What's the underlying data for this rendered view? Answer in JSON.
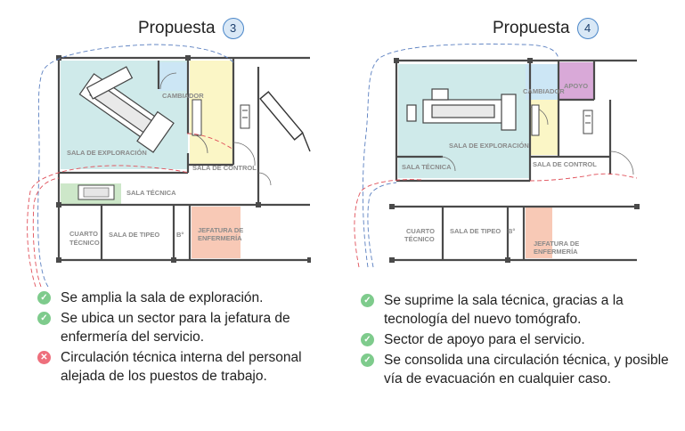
{
  "colors": {
    "exploration": "#cfeaea",
    "changing_room": "#cce6f5",
    "control": "#fbf6c6",
    "technical": "#cde7c9",
    "nursing": "#f8c9b6",
    "support": "#d9a9d8",
    "ok_icon": "#7ecb8c",
    "no_icon": "#ee6f7c",
    "badge_border": "#4a86c8"
  },
  "left": {
    "title": "Propuesta",
    "number": "3",
    "labels": {
      "cambiador": "CAMBIADOR",
      "sala_exploracion": "SALA DE EXPLORACIÓN",
      "sala_control": "SALA DE CONTROL",
      "sala_tecnica": "SALA TÉCNICA",
      "cuarto_tecnico_1": "CUARTO",
      "cuarto_tecnico_2": "TÉCNICO",
      "sala_tipeo": "SALA DE TIPEO",
      "bano": "B°",
      "jefatura_1": "JEFATURA DE",
      "jefatura_2": "ENFERMERÍA"
    },
    "bullets": [
      {
        "type": "ok",
        "text": "Se amplia la sala de exploración."
      },
      {
        "type": "ok",
        "text": "Se ubica un sector para la jefatura de enfermería del servicio."
      },
      {
        "type": "no",
        "text": "Circulación técnica interna del personal alejada de los puestos de trabajo."
      }
    ]
  },
  "right": {
    "title": "Propuesta",
    "number": "4",
    "labels": {
      "cambiador": "CAMBIADOR",
      "apoyo": "APOYO",
      "sala_exploracion": "SALA DE EXPLORACIÓN",
      "sala_control": "SALA DE CONTROL",
      "sala_tecnica": "SALA TÉCNICA",
      "cuarto_tecnico_1": "CUARTO",
      "cuarto_tecnico_2": "TÉCNICO",
      "sala_tipeo": "SALA DE TIPEO",
      "bano": "B°",
      "jefatura_1": "JEFATURA DE",
      "jefatura_2": "ENFERMERÍA"
    },
    "bullets": [
      {
        "type": "ok",
        "text": "Se suprime la sala técnica, gracias a la tecnología del nuevo tomógrafo."
      },
      {
        "type": "ok",
        "text": "Sector de apoyo para el servicio."
      },
      {
        "type": "ok",
        "text": "Se consolida una circulación técnica, y posible vía de evacuación en cualquier caso."
      }
    ]
  }
}
